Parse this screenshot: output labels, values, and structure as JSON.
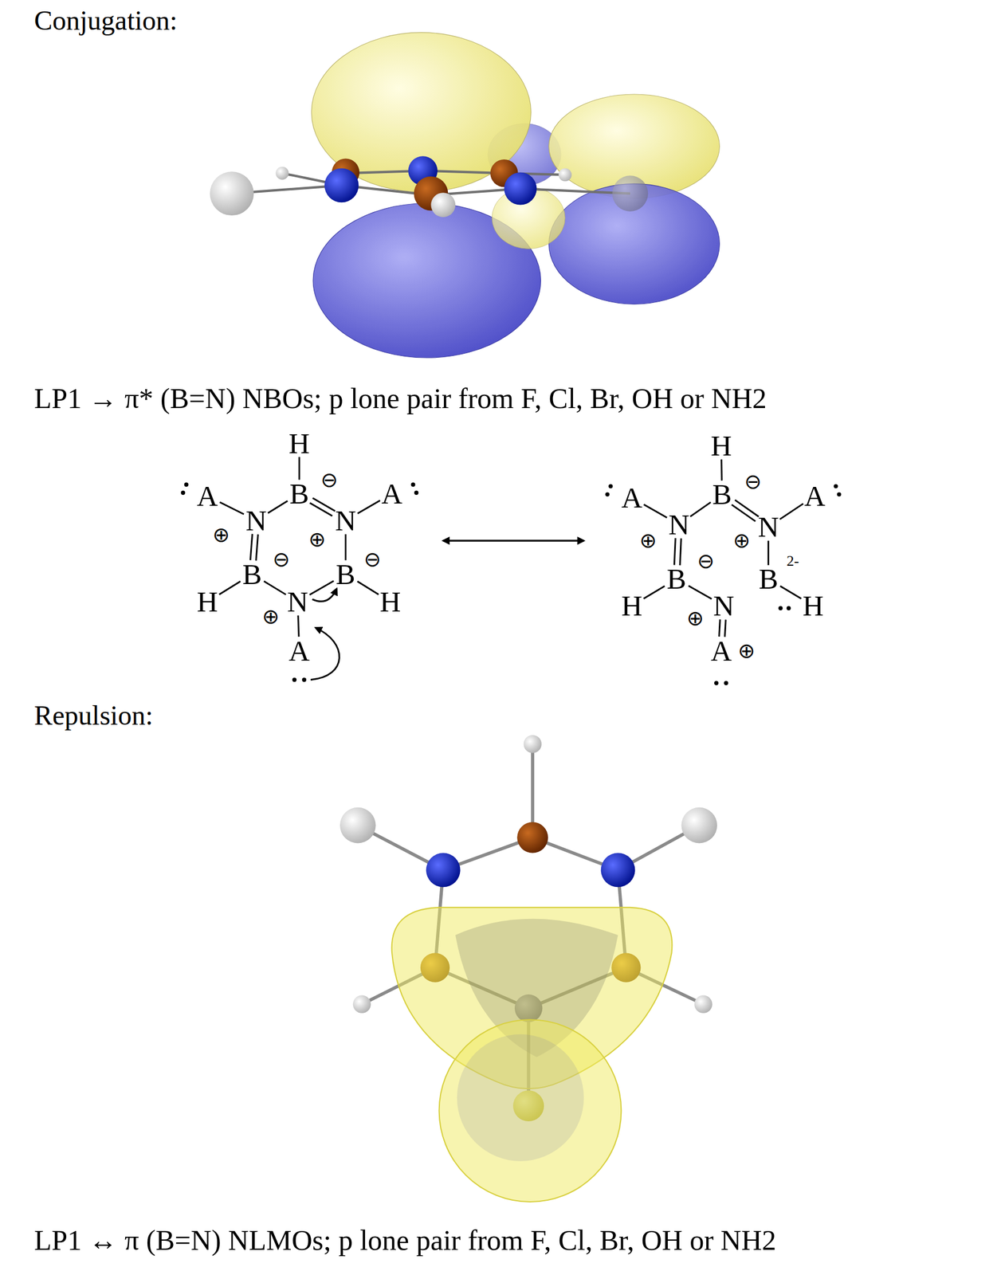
{
  "diagram": {
    "labels": [
      "Conjugation:",
      "LP1 → π* (B=N) NBOs; p lone pair from F, Cl, Br, OH or NH2",
      "H",
      "B",
      "⊖",
      "A",
      "A",
      "N",
      "N",
      "⊕",
      "⊕",
      "B",
      "⊖",
      "B",
      "⊖",
      "H",
      "H",
      "N",
      "⊕",
      "A",
      "H",
      "B",
      "⊖",
      "A",
      "A",
      "N",
      "N",
      "⊕",
      "⊕",
      "B",
      "⊖",
      "B",
      "2-",
      "H",
      "H",
      "N",
      "⊕",
      "A",
      "⊕",
      "Repulsion:",
      "LP1 ↔ π (B=N) NLMOs; p lone pair from F, Cl, Br, OH or NH2"
    ]
  }
}
